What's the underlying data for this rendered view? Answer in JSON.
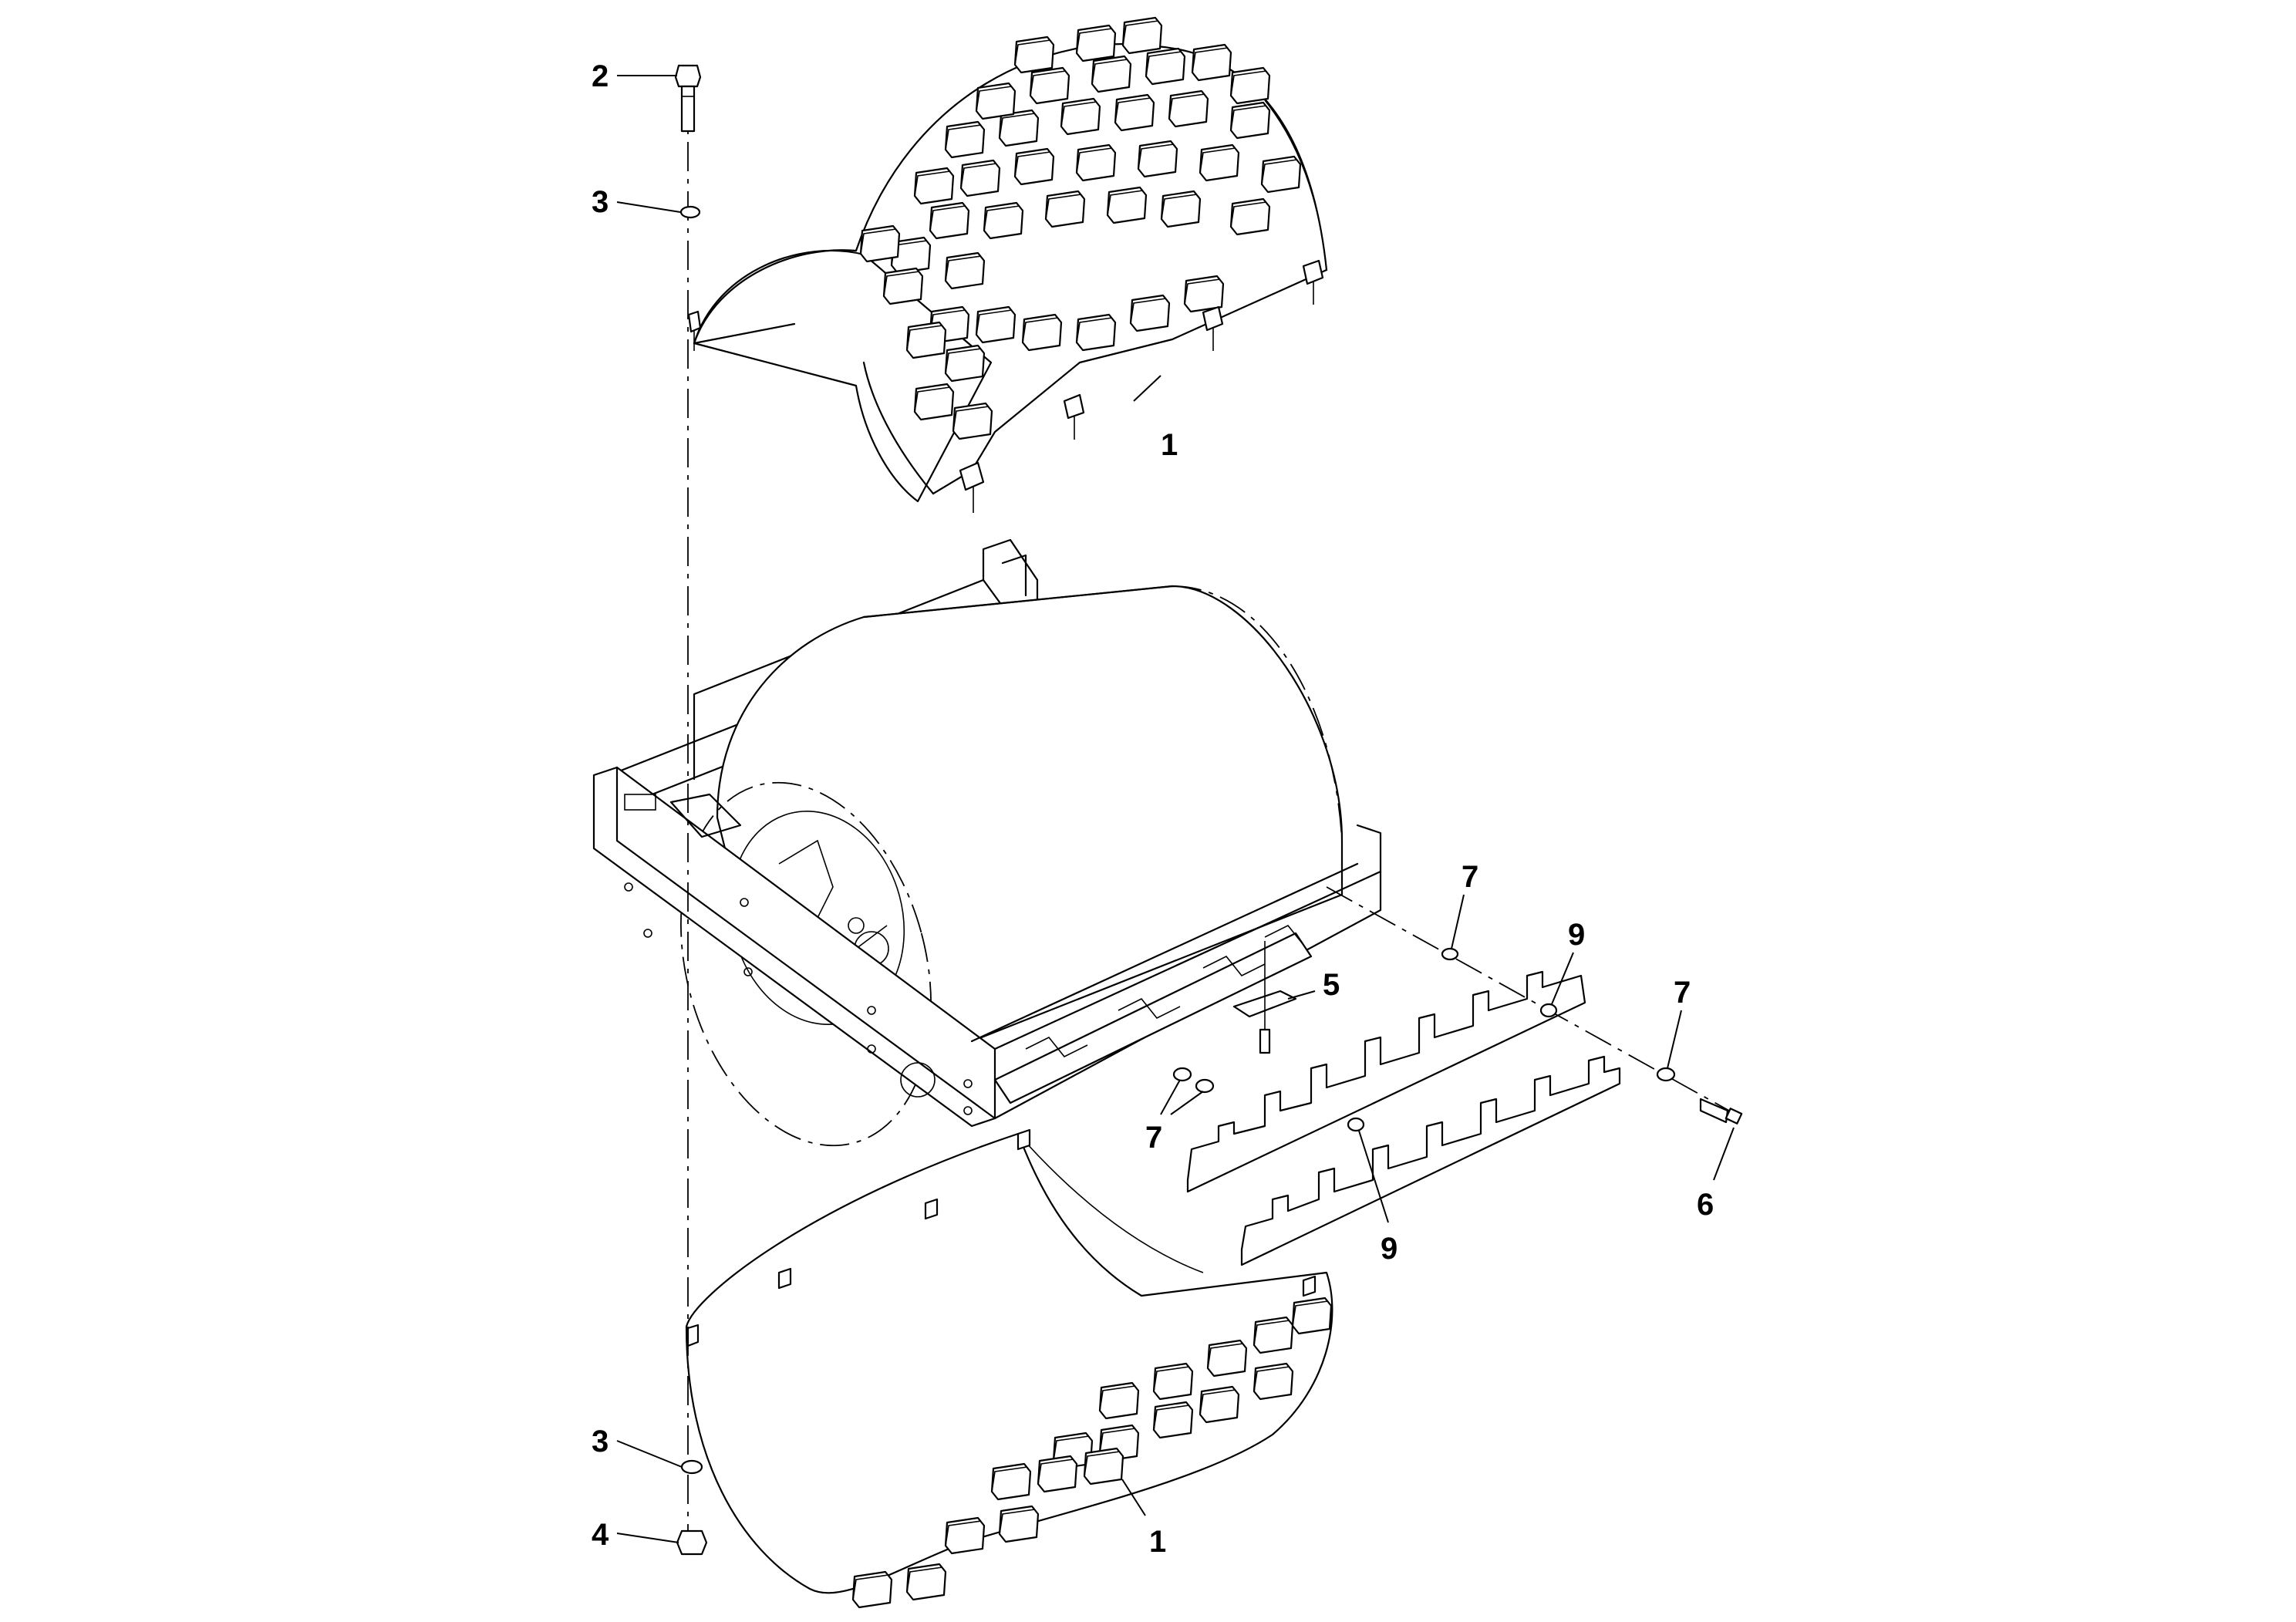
{
  "callouts": {
    "c2": "2",
    "c3_top": "3",
    "c1_top": "1",
    "c7_a": "7",
    "c9_a": "9",
    "c7_b": "7",
    "c5": "5",
    "c7_c": "7",
    "c6": "6",
    "c9_b": "9",
    "c3_bottom": "3",
    "c4": "4",
    "c1_bottom": "1"
  }
}
